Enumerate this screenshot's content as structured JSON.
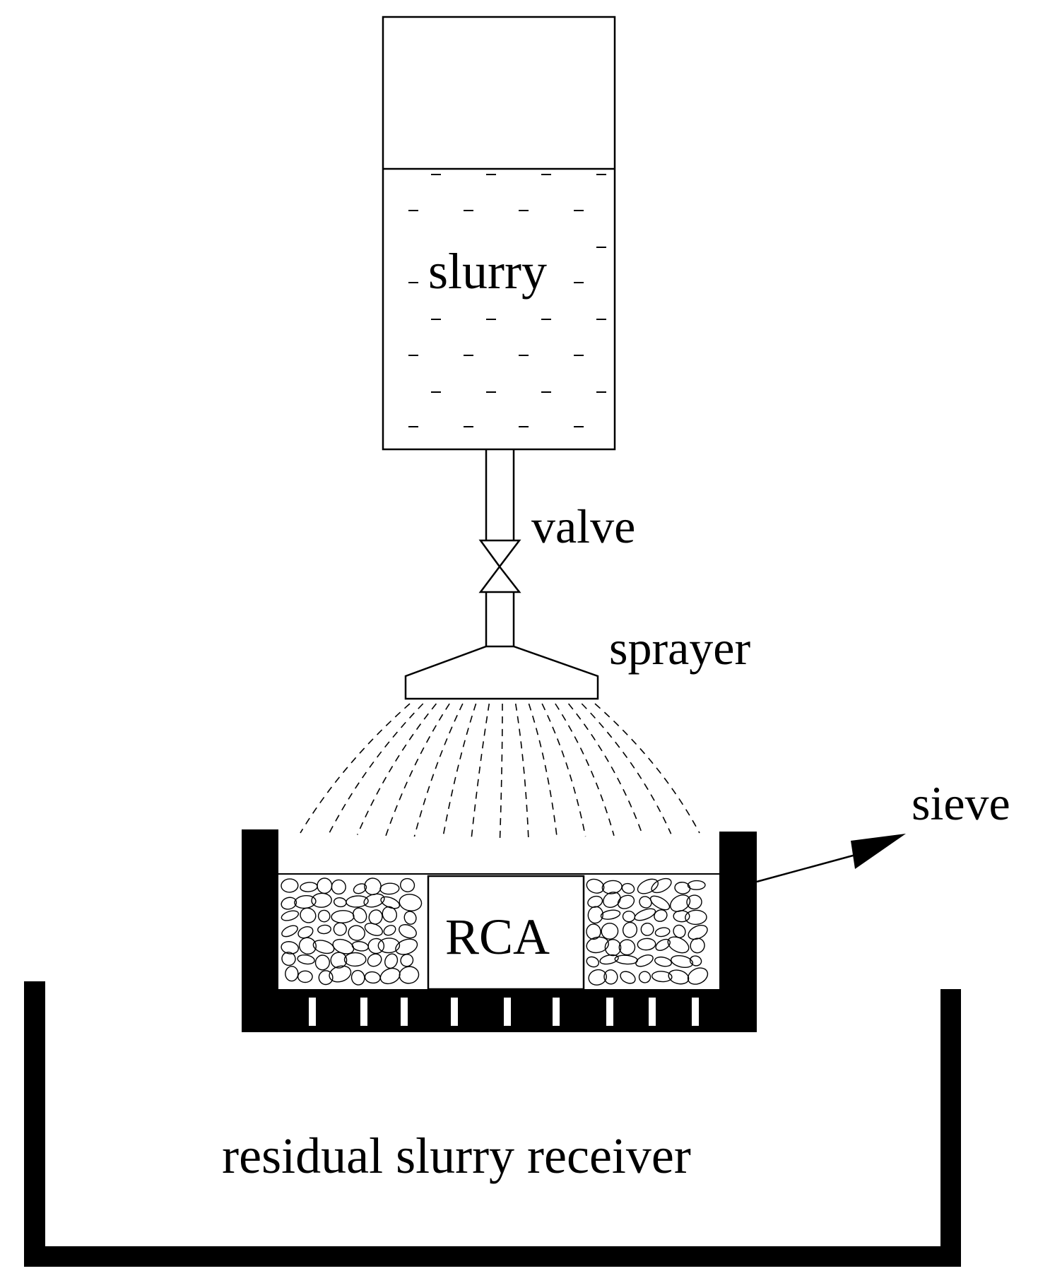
{
  "labels": {
    "tank": "slurry",
    "valve": "valve",
    "sprayer": "sprayer",
    "sieve": "sieve",
    "aggregate": "RCA",
    "receiver": "residual slurry receiver"
  },
  "colors": {
    "ink": "#000000",
    "paper": "#ffffff"
  }
}
